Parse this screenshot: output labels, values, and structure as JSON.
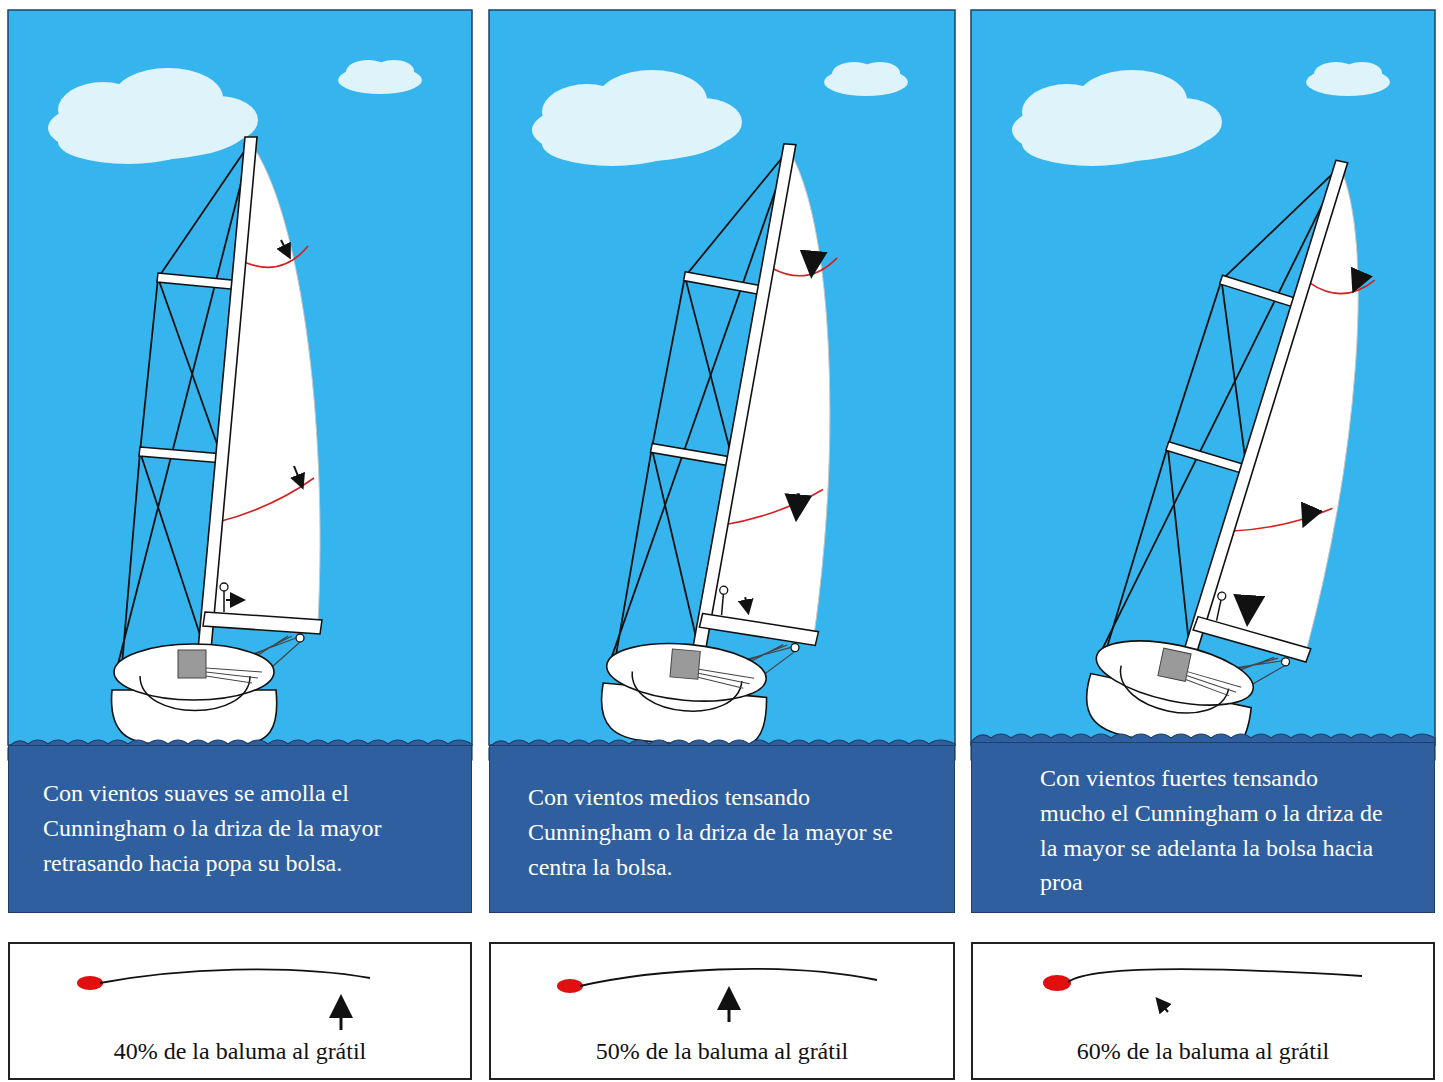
{
  "diagram": {
    "nodes": [
      {
        "text": [
          "Con vientos suaves se amolla el Cunningham o la driza de la mayor retrasando hacia popa su bolsa."
        ]
      },
      {
        "text": [
          "Con vientos medios tensando Cunningham o la driza de la mayor se centra la bolsa."
        ]
      },
      {
        "text": [
          "Con vientos fuertes tensando mucho el Cunningham o la driza de la mayor se adelanta la bolsa hacia proa"
        ]
      },
      {
        "text": [
          "40% de la baluma al grátil"
        ]
      },
      {
        "text": [
          "50% de la baluma al grátil"
        ]
      },
      {
        "text": [
          "60% de la baluma al grátil"
        ]
      }
    ]
  }
}
